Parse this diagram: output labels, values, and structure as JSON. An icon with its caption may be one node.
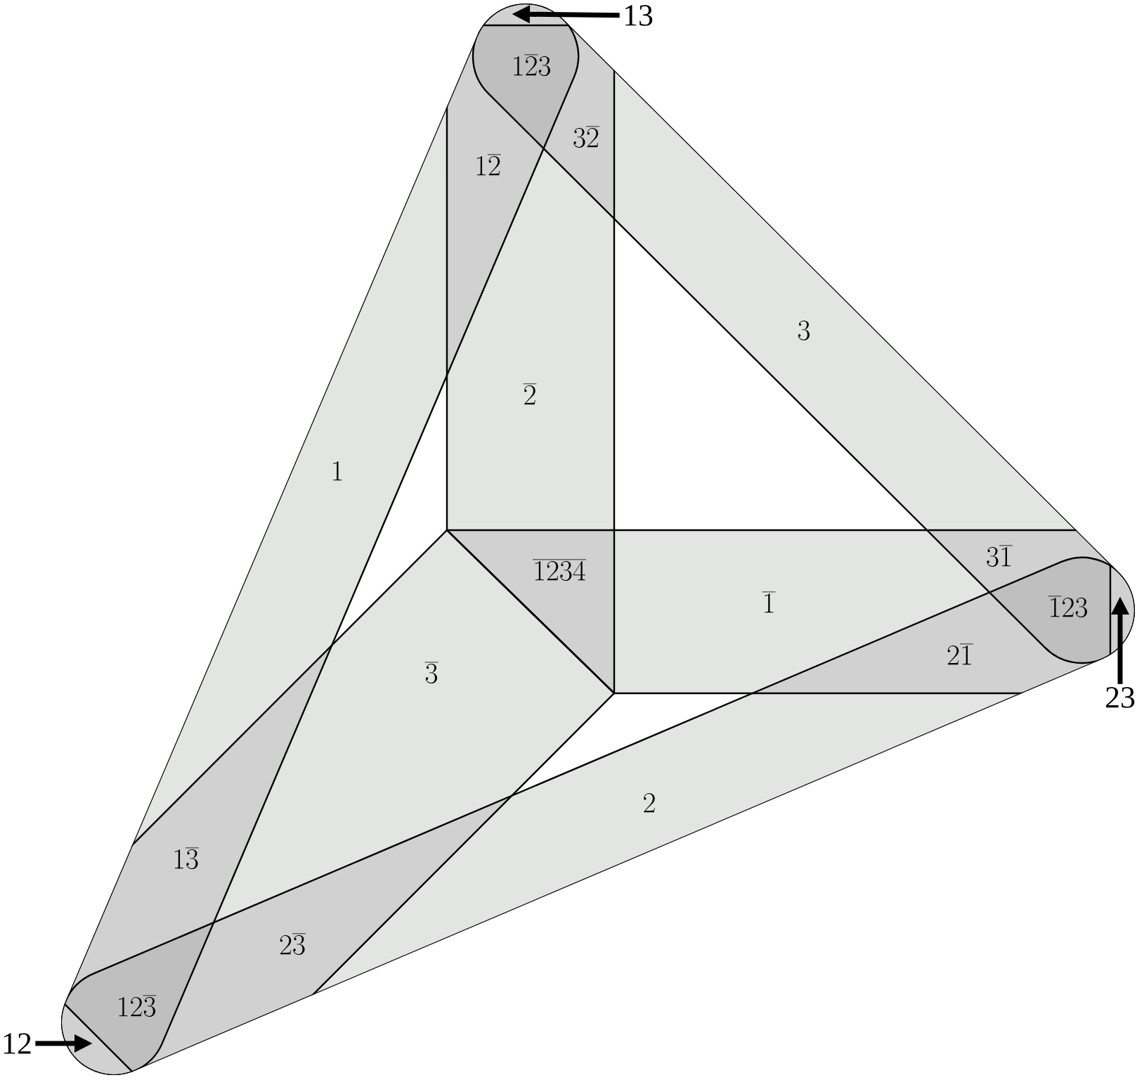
{
  "diagram": {
    "nodes": [
      {
        "text": [
          "13"
        ]
      },
      {
        "text": [
          "23"
        ]
      },
      {
        "text": [
          "12"
        ]
      }
    ],
    "edges": [
      {
        "from": 0,
        "to": null,
        "arrow": "to"
      },
      {
        "from": 1,
        "to": null,
        "arrow": "to"
      },
      {
        "from": 2,
        "to": null,
        "arrow": "to"
      }
    ],
    "labels": [
      "1\\overline{2}3",
      "3\\overline{2}",
      "1\\overline{2}",
      "3",
      "\\overline{2}",
      "1",
      "3\\overline{1}",
      "\\overline{1234}",
      "\\overline{1}",
      "\\overline{1}23",
      "2\\overline{1}",
      "\\overline{3}",
      "2",
      "1\\overline{3}",
      "2\\overline{3}",
      "12\\overline{3}"
    ]
  }
}
